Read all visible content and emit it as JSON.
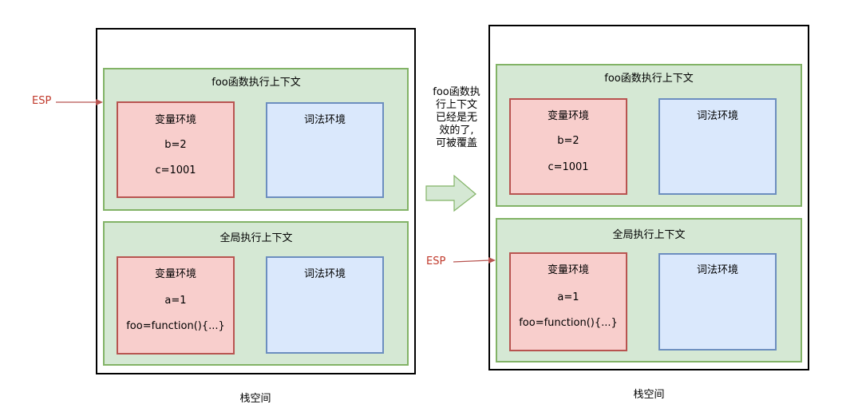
{
  "left_stack": {
    "label": "栈空间",
    "foo_context": {
      "title": "foo函数执行上下文",
      "variable_env": {
        "title": "变量环境",
        "lines": [
          "b=2",
          "c=1001"
        ]
      },
      "lexical_env": {
        "title": "词法环境"
      }
    },
    "global_context": {
      "title": "全局执行上下文",
      "variable_env": {
        "title": "变量环境",
        "lines": [
          "a=1",
          "foo=function(){...}"
        ]
      },
      "lexical_env": {
        "title": "词法环境"
      }
    },
    "esp_label": "ESP"
  },
  "right_stack": {
    "label": "栈空间",
    "foo_context": {
      "title": "foo函数执行上下文",
      "variable_env": {
        "title": "变量环境",
        "lines": [
          "b=2",
          "c=1001"
        ]
      },
      "lexical_env": {
        "title": "词法环境"
      }
    },
    "global_context": {
      "title": "全局执行上下文",
      "variable_env": {
        "title": "变量环境",
        "lines": [
          "a=1",
          "foo=function(){...}"
        ]
      },
      "lexical_env": {
        "title": "词法环境"
      }
    },
    "esp_label": "ESP"
  },
  "transition_note": "foo函数执\n行上下文\n已经是无\n效的了,\n可被覆盖",
  "colors": {
    "context_fill": "#d5e8d4",
    "context_stroke": "#82b366",
    "variable_fill": "#f8cecc",
    "variable_stroke": "#b85450",
    "lexical_fill": "#dae8fc",
    "lexical_stroke": "#6c8ebf",
    "esp_color": "#c0392b"
  }
}
